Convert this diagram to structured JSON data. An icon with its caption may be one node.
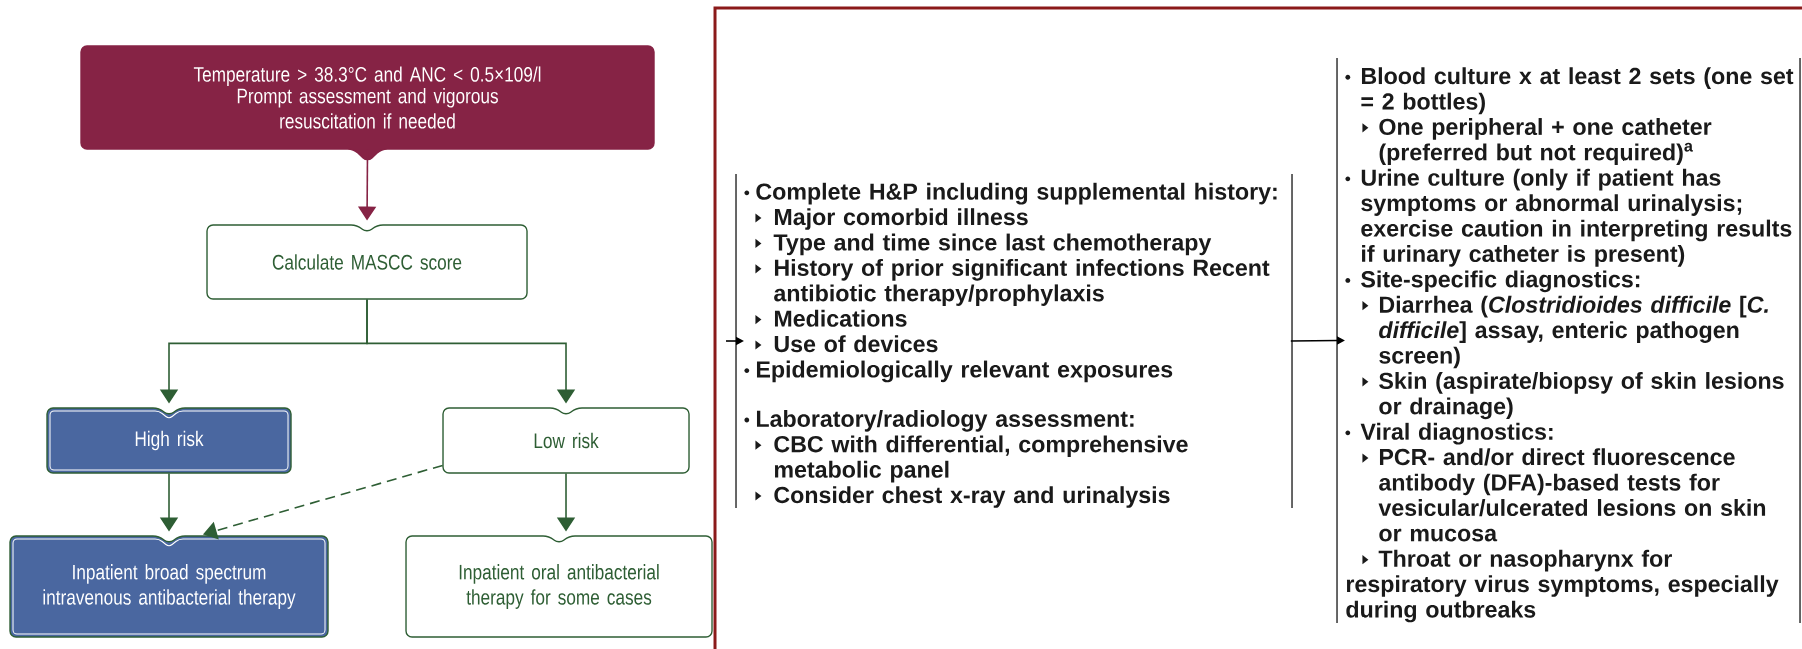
{
  "diagram": {
    "nodes": [
      {
        "text": [
          "Temperature > 38.3°C and ANC < 0.5×109/l",
          "Prompt assessment and vigorous resuscitation if needed"
        ]
      },
      {
        "text": [
          "Calculate MASCC score"
        ]
      },
      {
        "text": [
          "High risk"
        ]
      },
      {
        "text": [
          "Low risk"
        ]
      },
      {
        "text": [
          "Inpatient broad spectrum intravenous antibacterial therapy"
        ]
      },
      {
        "text": [
          "Inpatient oral antibacterial therapy for some cases"
        ]
      },
      {
        "text": [
          "Complete H&P including supplemental history:",
          "Major comorbid illness",
          "Type and time since last chemotherapy",
          "History of prior significant infections Recent antibiotic therapy/prophylaxis",
          "Medications",
          "Use of devices",
          "Epidemiologically relevant exposures",
          "Laboratory/radiology assessment:",
          "CBC with differential, comprehensive metabolic panel",
          "Consider chest x-ray and urinalysis"
        ]
      },
      {
        "text": [
          "Blood culture x at least 2 sets (one set = 2 bottles)",
          "One peripheral + one catheter (preferred but not required)$^{a}$",
          "Urine culture (only if patient has symptoms or abnormal urinalysis; exercise caution in interpreting results if urinary catheter is present)",
          "Site-specific diagnostics:",
          "Diarrhea (*Clostridioides difficile* [*C. difficile*] assay, enteric pathogen screen)",
          "Skin (aspirate/biopsy of skin lesions or drainage)",
          "Viral diagnostics:",
          "PCR- and/or direct fluorescence antibody (DFA)-based tests for vesicular/ulcerated lesions on skin or mucosa",
          "Throat or nasopharynx for respiratory virus symptoms, especially during outbreaks"
        ]
      }
    ],
    "edges": [
      {
        "from": 0,
        "to": 1,
        "arrow": "to",
        "color": "#862345"
      },
      {
        "from": 1,
        "to": 2,
        "arrow": "to"
      },
      {
        "from": 1,
        "to": 3,
        "arrow": "to"
      },
      {
        "from": 2,
        "to": 4,
        "arrow": "to"
      },
      {
        "from": 3,
        "to": 4,
        "arrow": "to",
        "style": "dashed"
      },
      {
        "from": 3,
        "to": 5,
        "arrow": "to"
      },
      {
        "from": null,
        "to": 6,
        "arrow": "to",
        "color": "#000000"
      },
      {
        "from": 6,
        "to": 7,
        "arrow": "to",
        "color": "#000000"
      }
    ]
  }
}
